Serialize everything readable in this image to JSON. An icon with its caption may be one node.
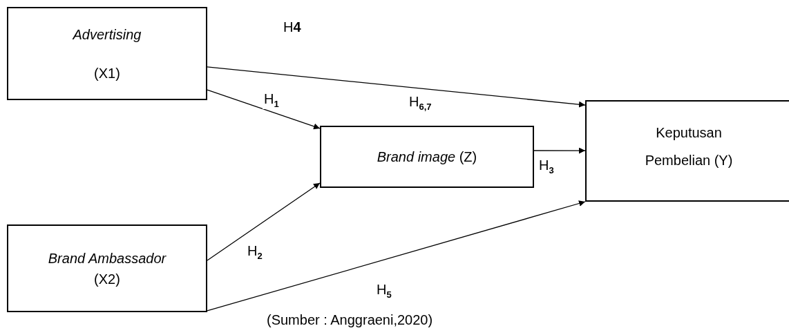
{
  "diagram": {
    "caption": "(Sumber : Anggraeni,2020)",
    "nodes": [
      {
        "text": [
          "*Advertising*",
          "(X1)"
        ]
      },
      {
        "text": [
          "*Brand image* (Z)"
        ]
      },
      {
        "text": [
          "*Brand Ambassador*",
          "(X2)"
        ]
      },
      {
        "text": [
          "Keputusan Pembelian (Y)"
        ]
      }
    ],
    "edges": [
      {
        "from": 0,
        "to": 3,
        "arrow": "to",
        "label": "H**4**"
      },
      {
        "from": 0,
        "to": 1,
        "arrow": "to",
        "label": "H$_{1}$"
      },
      {
        "from": 1,
        "to": 3,
        "arrow": "to",
        "label": "H$_{3}$"
      },
      {
        "from": 2,
        "to": 1,
        "arrow": "to",
        "label": "H$_{2}$"
      },
      {
        "from": 2,
        "to": 3,
        "arrow": "to",
        "label": "H$_{5}$"
      }
    ],
    "labels": [
      "H$_{6,7}$"
    ]
  }
}
